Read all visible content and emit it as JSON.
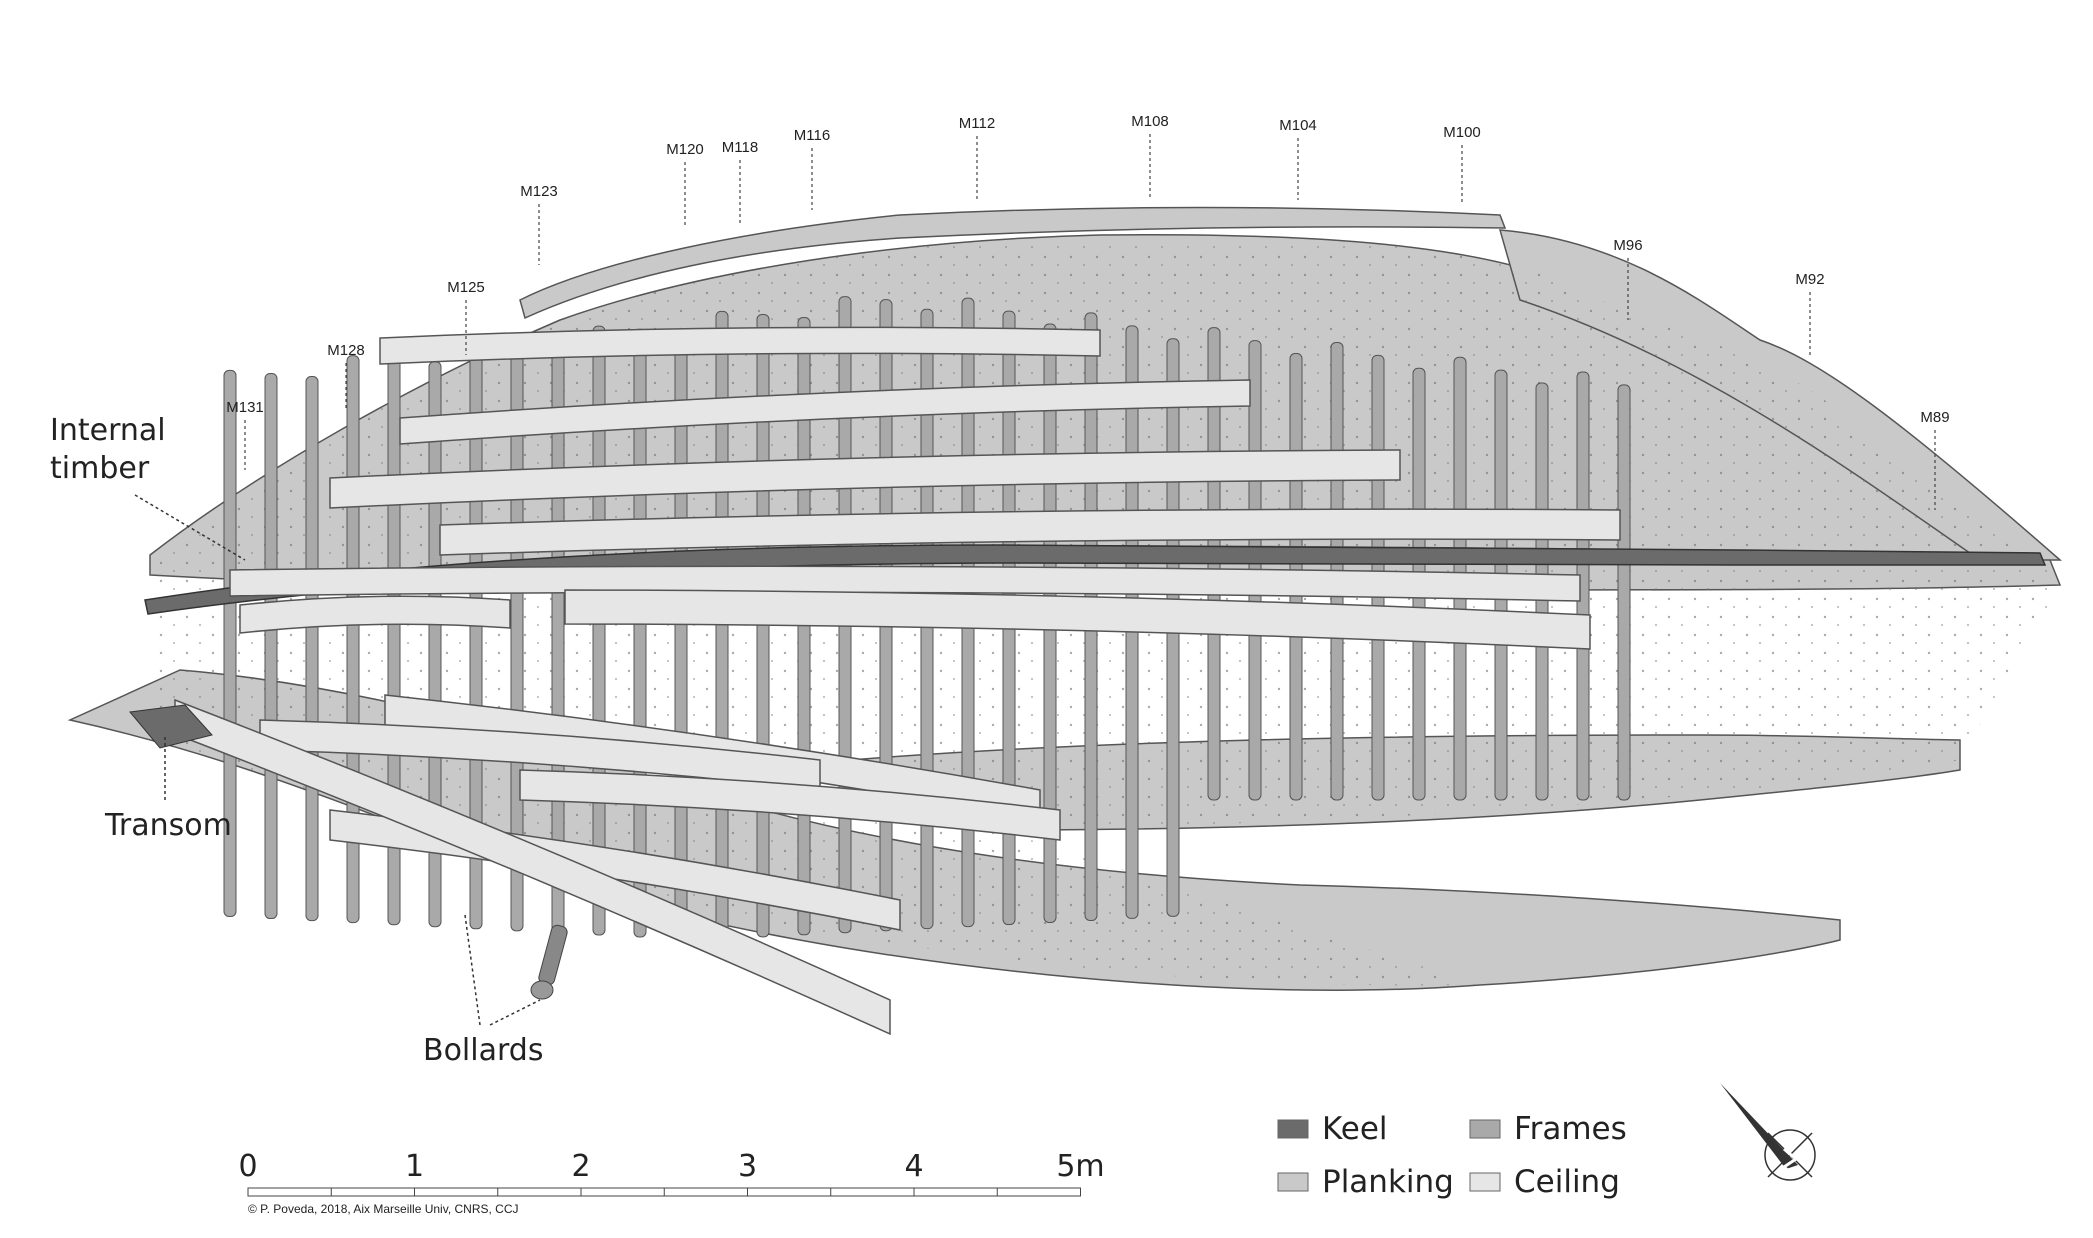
{
  "frame_labels": [
    {
      "id": "m131",
      "text": "M131"
    },
    {
      "id": "m128",
      "text": "M128"
    },
    {
      "id": "m125",
      "text": "M125"
    },
    {
      "id": "m123",
      "text": "M123"
    },
    {
      "id": "m120",
      "text": "M120"
    },
    {
      "id": "m118",
      "text": "M118"
    },
    {
      "id": "m116",
      "text": "M116"
    },
    {
      "id": "m112",
      "text": "M112"
    },
    {
      "id": "m108",
      "text": "M108"
    },
    {
      "id": "m104",
      "text": "M104"
    },
    {
      "id": "m100",
      "text": "M100"
    },
    {
      "id": "m96",
      "text": "M96"
    },
    {
      "id": "m92",
      "text": "M92"
    },
    {
      "id": "m89",
      "text": "M89"
    }
  ],
  "callouts": {
    "internal_timber_line1": "Internal",
    "internal_timber_line2": "timber",
    "transom": "Transom",
    "bollards": "Bollards"
  },
  "scale_bar": {
    "labels": [
      "0",
      "1",
      "2",
      "3",
      "4",
      "5m"
    ],
    "unit": "m"
  },
  "legend": [
    {
      "label": "Keel",
      "color": "#6b6b6b"
    },
    {
      "label": "Frames",
      "color": "#a9a9a9"
    },
    {
      "label": "Planking",
      "color": "#c9c9c9"
    },
    {
      "label": "Ceiling",
      "color": "#e6e6e6"
    }
  ],
  "credit": "© P. Poveda, 2018, Aix Marseille Univ, CNRS, CCJ",
  "north_arrow_icon": "north-arrow-icon",
  "colors": {
    "keel": "#6b6b6b",
    "frames": "#a9a9a9",
    "planking": "#c9c9c9",
    "ceiling": "#e6e6e6",
    "outline": "#555555"
  }
}
